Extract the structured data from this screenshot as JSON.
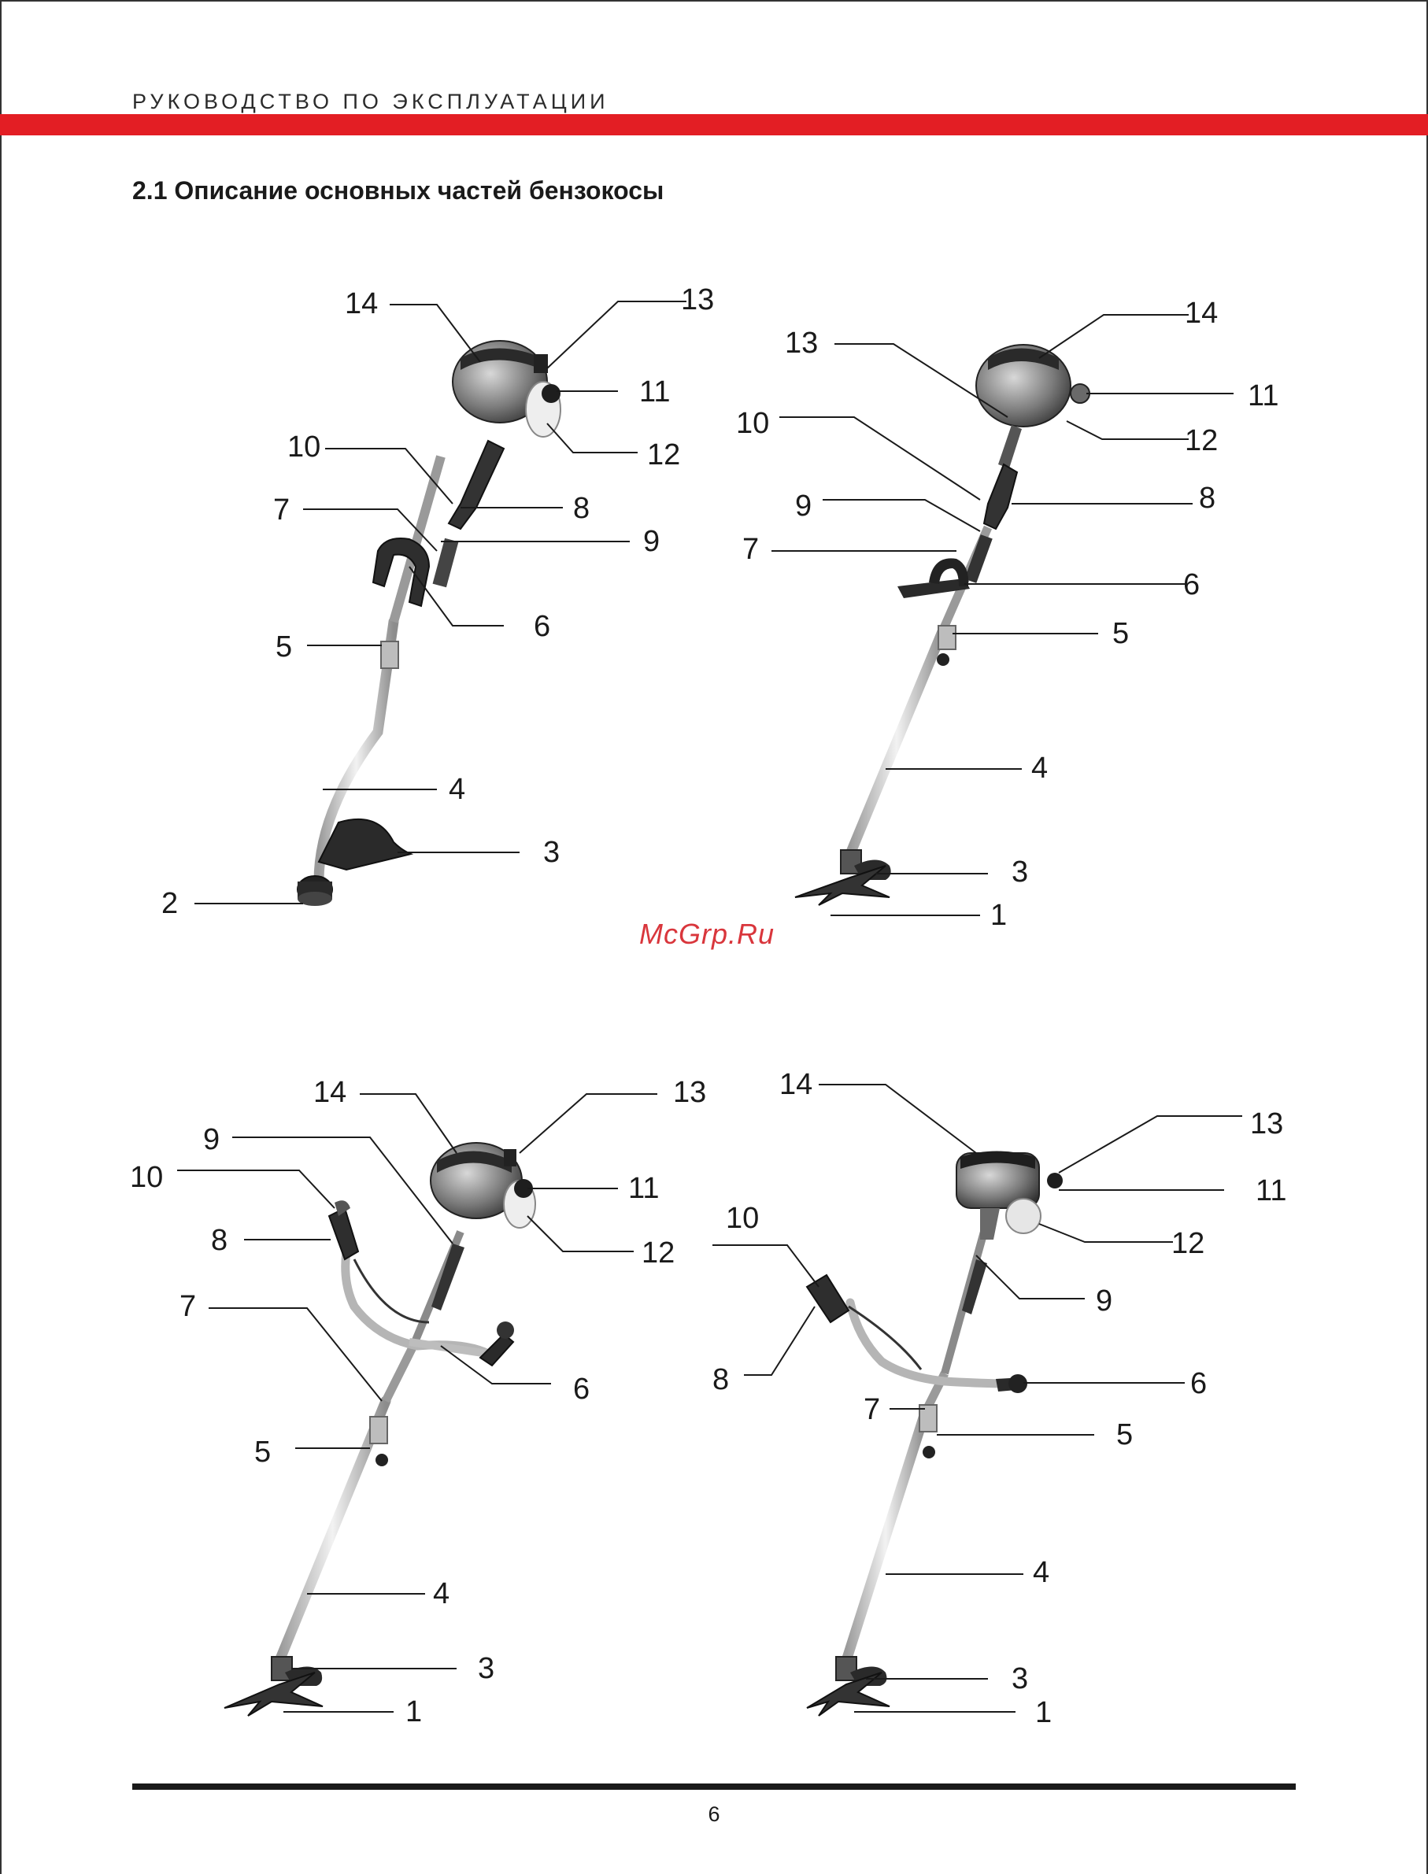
{
  "header": {
    "title": "РУКОВОДСТВО ПО ЭКСПЛУАТАЦИИ",
    "band_color": "#e31e24"
  },
  "section": {
    "title": "2.1 Описание основных частей бензокосы"
  },
  "watermark": "McGrp.Ru",
  "footer": {
    "page_number": "6"
  },
  "figures": [
    {
      "labels": [
        "14",
        "13",
        "11",
        "12",
        "10",
        "8",
        "7",
        "9",
        "6",
        "5",
        "4",
        "3",
        "2"
      ]
    },
    {
      "labels": [
        "14",
        "13",
        "11",
        "12",
        "10",
        "8",
        "9",
        "7",
        "6",
        "5",
        "4",
        "3",
        "1"
      ]
    },
    {
      "labels": [
        "14",
        "13",
        "9",
        "11",
        "10",
        "12",
        "8",
        "7",
        "6",
        "5",
        "4",
        "3",
        "1"
      ]
    },
    {
      "labels": [
        "14",
        "13",
        "11",
        "10",
        "12",
        "9",
        "8",
        "6",
        "7",
        "5",
        "4",
        "3",
        "1"
      ]
    }
  ]
}
